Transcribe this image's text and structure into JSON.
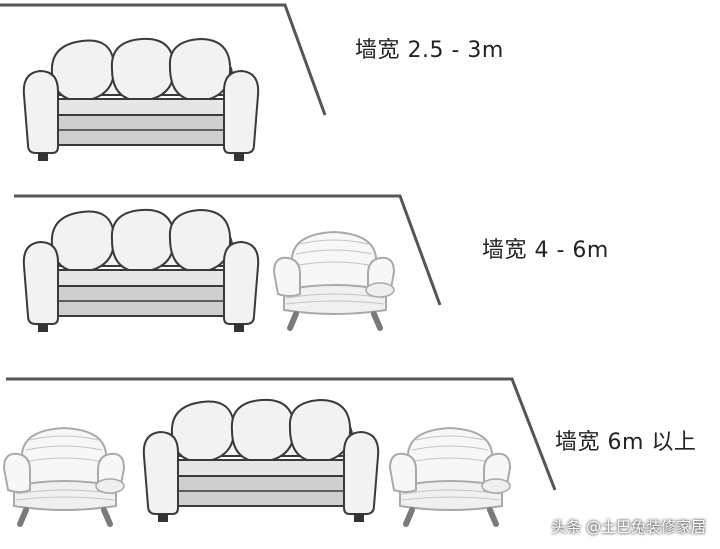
{
  "rows": [
    {
      "wall_label": "墙宽 2.5 - 3m"
    },
    {
      "wall_label": "墙宽 4 - 6m"
    },
    {
      "wall_label": "墙宽 6m 以上"
    }
  ],
  "watermark": "头条 @土巴兔装修家居",
  "colors": {
    "line": "#555555",
    "sofa_outline": "#3a3a3a",
    "sofa_fill": "#f2f2f2",
    "sofa_seat": "#cfcfcf",
    "chair_outline": "#a9a9a9",
    "chair_fill": "#f7f7f7"
  }
}
